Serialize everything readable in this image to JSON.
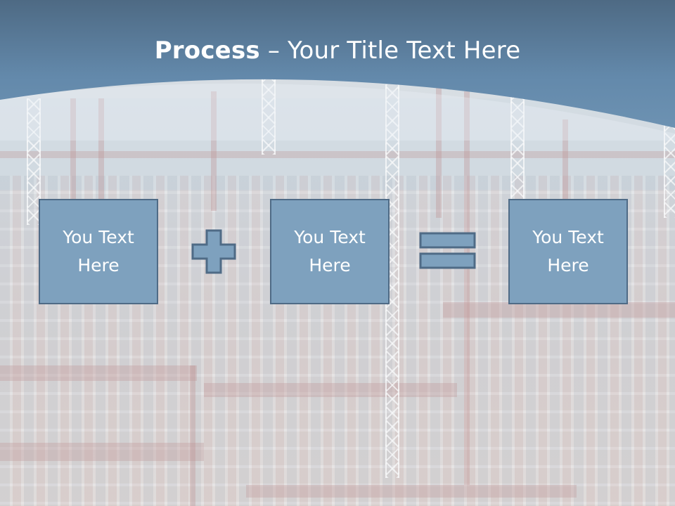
{
  "slide": {
    "title_bold": "Process",
    "title_rest": " – Your Title Text Here",
    "background": "faded container port photo",
    "colors": {
      "header_top": "#4e6a84",
      "header_bottom": "#6a8fb0",
      "box_fill": "#7ea1be",
      "box_border": "#4f6b86",
      "text": "#ffffff"
    }
  },
  "process": {
    "steps": [
      {
        "label": "You Text\nHere"
      },
      {
        "label": "You Text\nHere"
      },
      {
        "label": "You Text\nHere"
      }
    ],
    "operators": [
      {
        "symbol": "+",
        "icon": "plus-icon"
      },
      {
        "symbol": "=",
        "icon": "equals-icon"
      }
    ]
  }
}
